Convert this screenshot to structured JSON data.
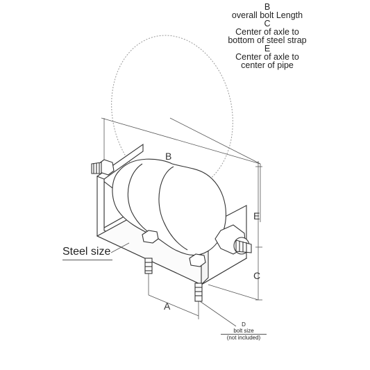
{
  "legend": {
    "b_letter": "B",
    "b_text": "overall bolt Length",
    "c_letter": "C",
    "c_text_1": "Center of axle to",
    "c_text_2": "bottom of steel strap",
    "e_letter": "E",
    "e_text_1": "Center of axle to",
    "e_text_2": "center of pipe"
  },
  "dimensions": {
    "a": "A",
    "b": "B",
    "c": "C",
    "e": "E"
  },
  "labels": {
    "steel_size": "Steel size",
    "d_letter": "D",
    "bolt_size": "bolt size",
    "not_included": "(not included)"
  },
  "colors": {
    "line": "#333333",
    "dim_line": "#555555",
    "pipe_outline": "#9a9a9a"
  }
}
